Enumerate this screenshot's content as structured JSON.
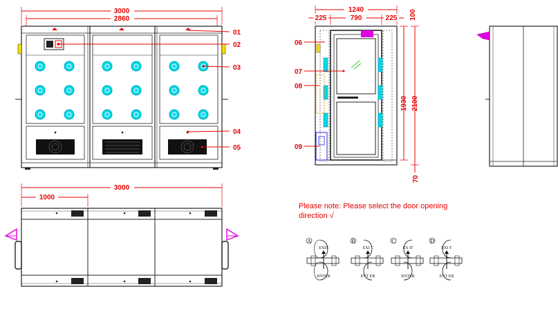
{
  "front_view": {
    "dim_total": "3000",
    "dim_inner": "2860",
    "callouts": [
      "01",
      "02",
      "03",
      "04",
      "05"
    ]
  },
  "side_view": {
    "dim_total": "1240",
    "dim_left": "225",
    "dim_door": "790",
    "dim_right": "225",
    "dim_top": "100",
    "dim_door_height": "1930",
    "dim_total_height": "2100",
    "dim_bottom": "70",
    "callouts": [
      "06",
      "07",
      "08",
      "09"
    ]
  },
  "top_view": {
    "dim_total": "3000",
    "dim_module": "1000"
  },
  "note": {
    "text": "Please note: Please select the door opening direction √"
  },
  "door_options": [
    {
      "id": "A",
      "exit": "EXIT",
      "enter": "ENTER"
    },
    {
      "id": "B",
      "exit": "EXI T",
      "enter": "ENT ER"
    },
    {
      "id": "C",
      "exit": "EX IT",
      "enter": "ENTER"
    },
    {
      "id": "D",
      "exit": "EXI T",
      "enter": "ENT ER"
    }
  ],
  "colors": {
    "dimension": "#e60000",
    "nozzle": "#00d8e8",
    "handle": "#e000e0",
    "frame": "#222222"
  }
}
